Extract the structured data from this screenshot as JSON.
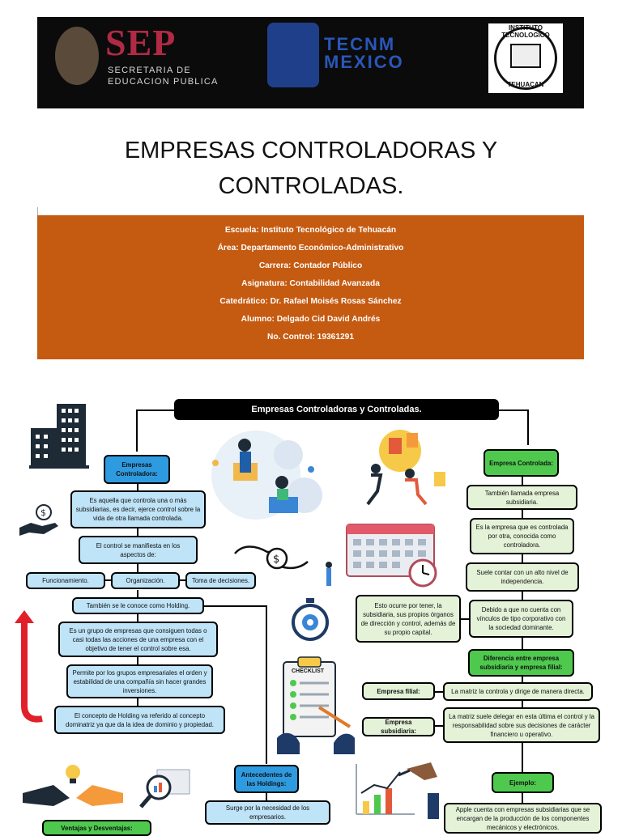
{
  "header": {
    "sep_title": "SEP",
    "sep_subtitle_1": "SECRETARIA DE",
    "sep_subtitle_2": "EDUCACION PUBLICA",
    "tecnm_title_1": "TECNM",
    "tecnm_title_2": "MEXICO",
    "ith_top": "INSTITUTO TECNOLOGICO",
    "ith_bottom": "TEHUACAN"
  },
  "title": {
    "line1": "EMPRESAS CONTROLADORAS Y",
    "line2": "CONTROLADAS."
  },
  "info": [
    "Escuela: Instituto Tecnológico de Tehuacán",
    "Área: Departamento Económico-Administrativo",
    "Carrera: Contador Público",
    "Asignatura: Contabilidad Avanzada",
    "Catedrático: Dr. Rafael Moisés Rosas Sánchez",
    "Alumno: Delgado Cid David Andrés",
    "No. Control: 19361291"
  ],
  "map": {
    "root": "Empresas Controladoras y Controladas.",
    "left": {
      "header": "Empresas Controladora:",
      "def": "Es aquella que controla una o más subsidiarias, es decir, ejerce control sobre la vida de otra llamada controlada.",
      "control": "El control se manifiesta en los aspectos de:",
      "aspects": [
        "Funcionamiento.",
        "Organización.",
        "Toma de decisiones."
      ],
      "holding": "También se le conoce como Holding.",
      "group": "Es un grupo de empresas que consiguen todas o casi todas las acciones de una empresa con el objetivo de tener el control sobre esa.",
      "permite": "Permite por los grupos empresariales el orden y estabilidad de una compañía sin hacer grandes inversiones.",
      "concepto": "El concepto de Holding va referido al concepto dominatriz ya que da la idea de dominio y propiedad.",
      "ventajas": "Ventajas y Desventajas:",
      "antecedentes": "Antecedentes de las Holdings:",
      "surge": "Surge por la necesidad de los empresarios."
    },
    "right": {
      "header": "Empresa Controlada:",
      "tambien": "También llamada empresa subsidiaria.",
      "es": "Es la empresa que es controlada por otra, conocida como controladora.",
      "suele": "Suele contar con un alto nivel de independencia.",
      "ocurre": "Esto ocurre por tener, la subsidiaria, sus propios órganos de dirección y control, además de su propio capital.",
      "debido": "Debido a que no cuenta con vínculos de tipo corporativo con la sociedad dominante.",
      "diferencia": "Diferencia entre empresa subsidiaria y empresa filial:",
      "filial": "Empresa filial:",
      "filial_desc": "La matriz la controla y dirige de manera directa.",
      "subsidiaria": "Empresa subsidiaria:",
      "subsidiaria_desc": "La matriz suele delegar en esta última el control y la responsabilidad sobre sus decisiones de carácter financiero u operativo.",
      "ejemplo": "Ejemplo:",
      "apple": "Apple cuenta con empresas subsidiarias que se encargan de la producción de los componentes mecánicos y electrónicos."
    },
    "checklist_label": "CHECKLIST"
  },
  "colors": {
    "banner": "#0b0b0b",
    "info_bg": "#c55a11",
    "light_blue": "#bfe3f7",
    "blue": "#2e9be0",
    "green": "#4ec94e",
    "light_green": "#e4f2d8"
  }
}
